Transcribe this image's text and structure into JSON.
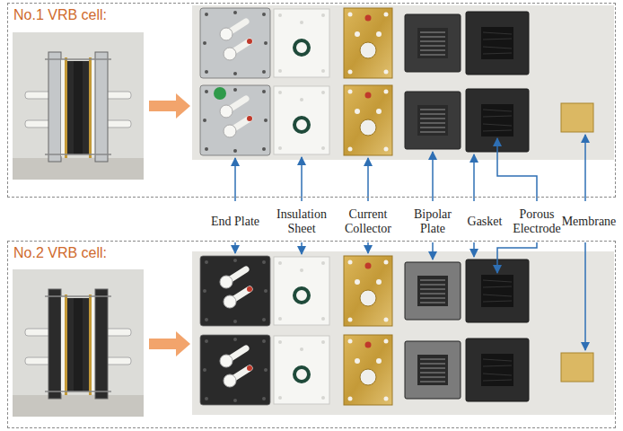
{
  "diagram": {
    "nodes": [
      {
        "text": [
          "No.1 VRB cell:"
        ]
      },
      {
        "text": [
          "No.2 VRB cell:"
        ]
      }
    ],
    "labels": [
      "End Plate",
      "Insulation Sheet",
      "Current Collector",
      "Bipolar Plate",
      "Gasket",
      "Porous Electrode",
      "Membrane"
    ]
  }
}
